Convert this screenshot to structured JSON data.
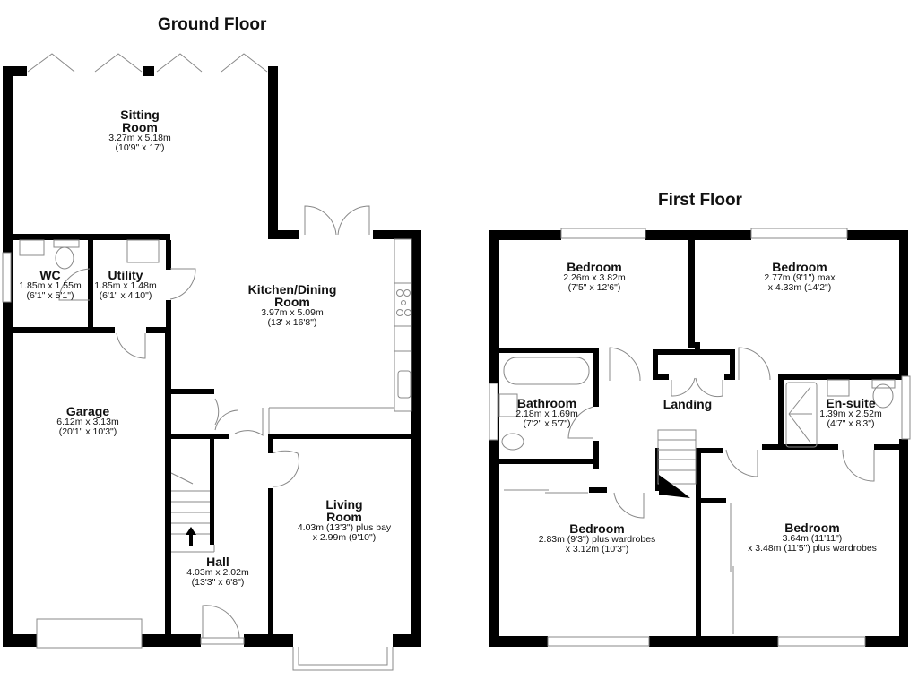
{
  "ground_floor": {
    "title": "Ground Floor",
    "rooms": [
      {
        "name_1": "Sitting",
        "name_2": "Room",
        "dim_1": "3.27m x 5.18m",
        "dim_2": "(10'9\" x 17')"
      },
      {
        "name_1": "WC",
        "dim_1": "1.85m x 1.55m",
        "dim_2": "(6'1\" x 5'1\")"
      },
      {
        "name_1": "Utility",
        "dim_1": "1.85m x 1.48m",
        "dim_2": "(6'1\" x 4'10\")"
      },
      {
        "name_1": "Kitchen/Dining",
        "name_2": "Room",
        "dim_1": "3.97m x 5.09m",
        "dim_2": "(13' x 16'8\")"
      },
      {
        "name_1": "Garage",
        "dim_1": "6.12m x 3.13m",
        "dim_2": "(20'1\" x 10'3\")"
      },
      {
        "name_1": "Living",
        "name_2": "Room",
        "dim_1": "4.03m (13'3\") plus bay",
        "dim_2": "x 2.99m (9'10\")"
      },
      {
        "name_1": "Hall",
        "dim_1": "4.03m x 2.02m",
        "dim_2": "(13'3\" x 6'8\")"
      }
    ]
  },
  "first_floor": {
    "title": "First Floor",
    "rooms": [
      {
        "name_1": "Bedroom",
        "dim_1": "2.26m x 3.82m",
        "dim_2": "(7'5\" x 12'6\")"
      },
      {
        "name_1": "Bedroom",
        "dim_1": "2.77m (9'1\") max",
        "dim_2": "x 4.33m (14'2\")"
      },
      {
        "name_1": "Bathroom",
        "dim_1": "2.18m x 1.69m",
        "dim_2": "(7'2\" x 5'7\")"
      },
      {
        "name_1": "Landing"
      },
      {
        "name_1": "En-suite",
        "dim_1": "1.39m x 2.52m",
        "dim_2": "(4'7\" x 8'3\")"
      },
      {
        "name_1": "Bedroom",
        "dim_1": "2.83m (9'3\") plus wardrobes",
        "dim_2": "x 3.12m (10'3\")"
      },
      {
        "name_1": "Bedroom",
        "dim_1": "3.64m (11'11\")",
        "dim_2": "x 3.48m (11'5\") plus wardrobes"
      }
    ]
  }
}
